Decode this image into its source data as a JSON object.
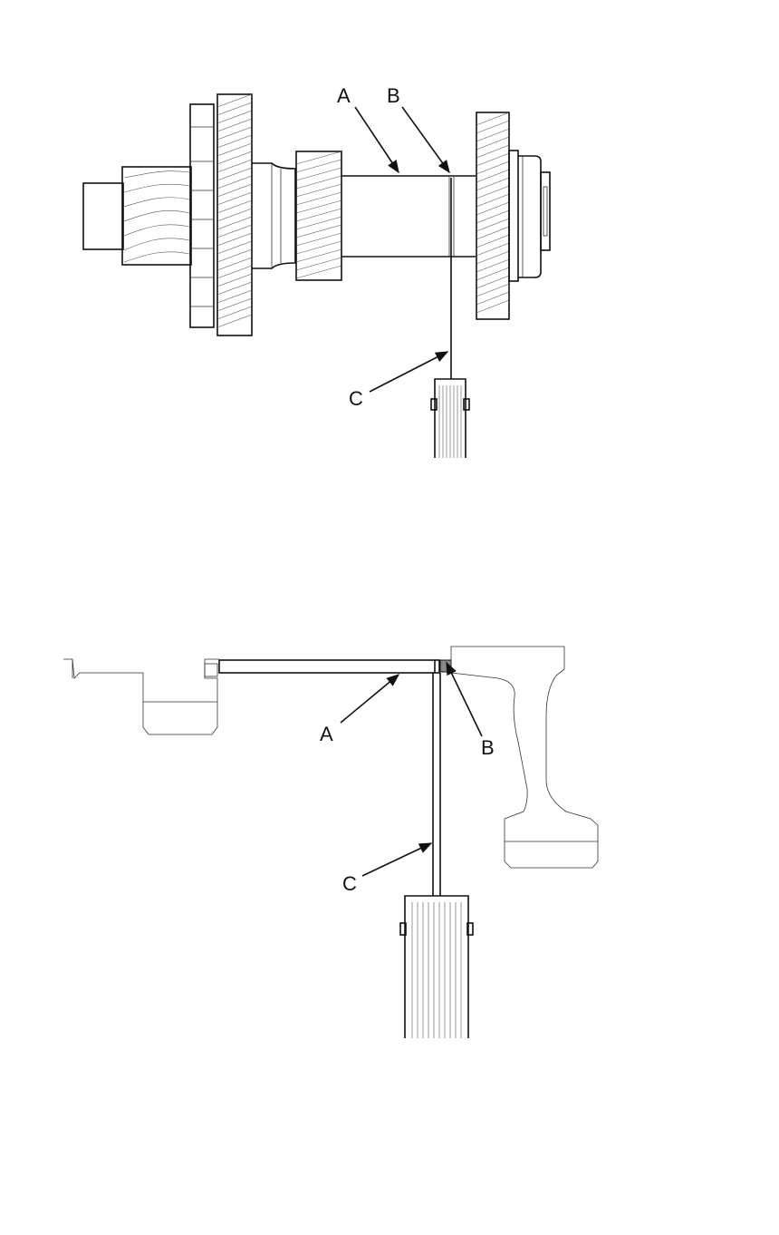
{
  "figures": [
    {
      "id": "top",
      "callouts": {
        "a": "A",
        "b": "B",
        "c": "C"
      }
    },
    {
      "id": "bottom",
      "callouts": {
        "a": "A",
        "b": "B",
        "c": "C"
      }
    }
  ],
  "colors": {
    "line": "#111111",
    "shim_fill": "#888888"
  }
}
